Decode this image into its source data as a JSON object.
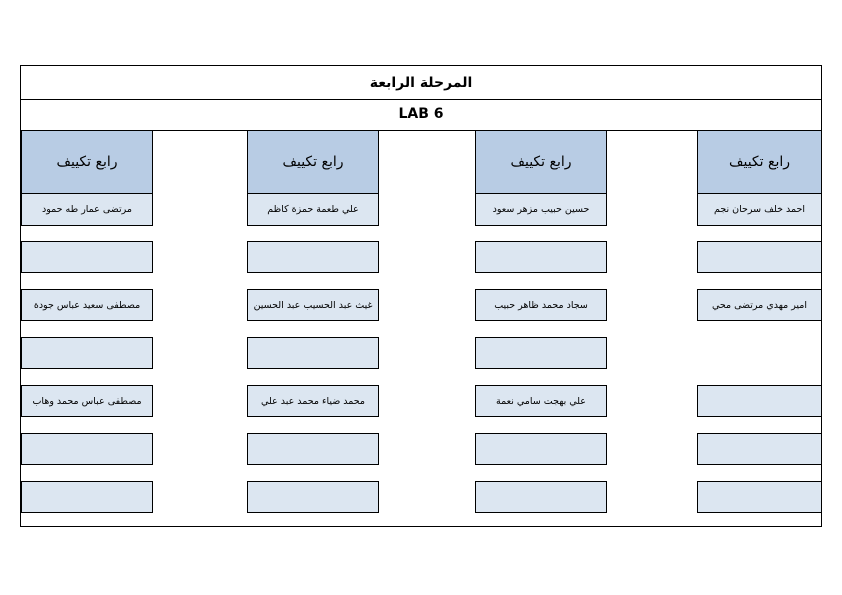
{
  "title": "المرحلة الرابعة",
  "lab": "LAB 6",
  "header_label": "رابع تكييف",
  "columns": [
    {
      "header": "رابع تكييف",
      "cells": [
        "مرتضى عمار طه حمود",
        "",
        "مصطفى سعيد عباس جودة",
        "",
        "مصطفى عباس محمد وهاب",
        "",
        ""
      ]
    },
    {
      "header": "رابع تكييف",
      "cells": [
        "علي طعمة حمزة كاظم",
        "",
        "غيث عبد الحسيب عبد الحسين",
        "",
        "محمد ضياء محمد عبد علي",
        "",
        ""
      ]
    },
    {
      "header": "رابع تكييف",
      "cells": [
        "حسين حبيب مزهر سعود",
        "",
        "سجاد محمد ظاهر حبيب",
        "",
        "علي بهجت سامي نعمة",
        "",
        ""
      ]
    },
    {
      "header": "رابع تكييف",
      "cells": [
        "احمد خلف سرحان نجم",
        "",
        "امير مهدي مرتضى محي",
        null,
        "",
        "",
        ""
      ]
    }
  ]
}
